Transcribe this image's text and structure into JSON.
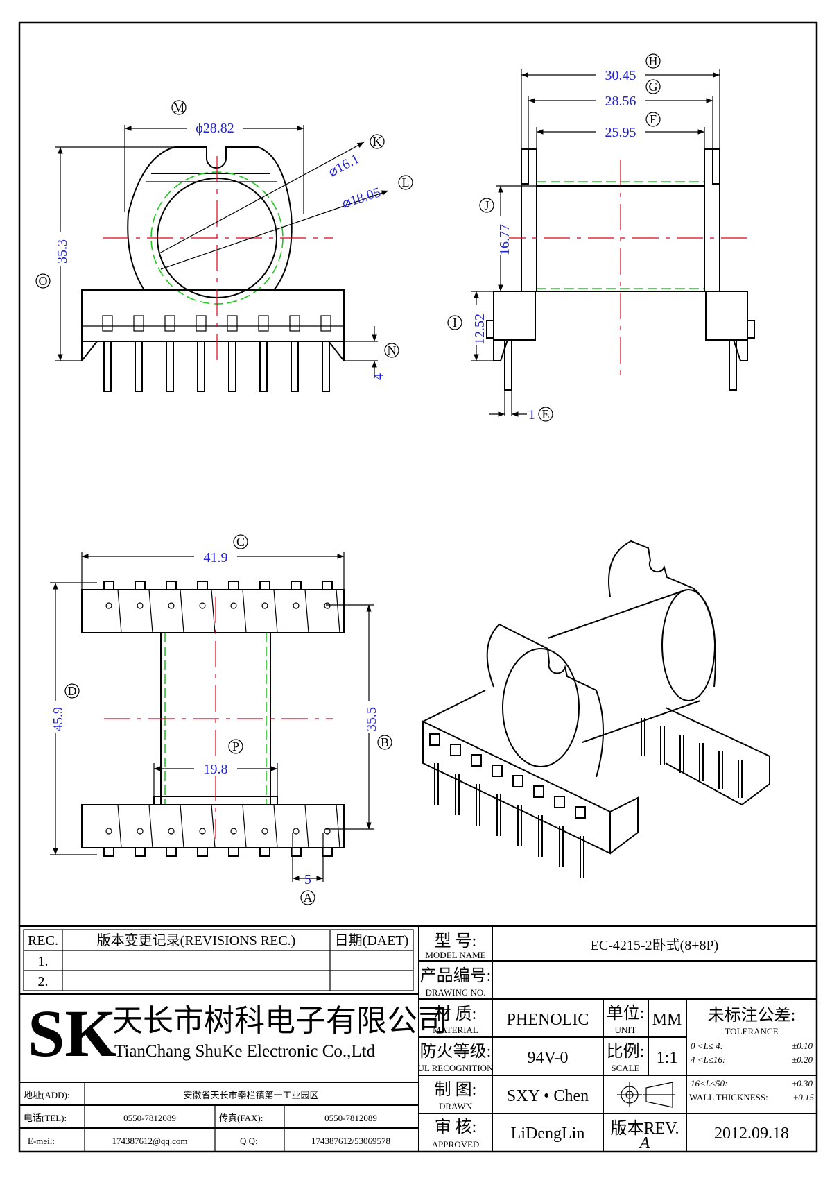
{
  "drawing": {
    "front_view": {
      "dims": {
        "M_dia": "ϕ28.82",
        "K_dia": "⌀16.1",
        "L_dia": "⌀18.05",
        "O_height": "35.3",
        "N_pin": "4"
      },
      "letters": {
        "M": "M",
        "K": "K",
        "L": "L",
        "O": "O",
        "N": "N"
      }
    },
    "side_view": {
      "dims": {
        "H": "30.45",
        "G": "28.56",
        "F": "25.95",
        "J": "16.77",
        "I": "12.52",
        "E": "1"
      },
      "letters": {
        "H": "H",
        "G": "G",
        "F": "F",
        "J": "J",
        "I": "I",
        "E": "E"
      }
    },
    "bottom_view": {
      "dims": {
        "C": "41.9",
        "D": "45.9",
        "B": "35.5",
        "P": "19.8",
        "A": "5"
      },
      "letters": {
        "C": "C",
        "D": "D",
        "B": "B",
        "P": "P",
        "A": "A"
      }
    }
  },
  "title_block": {
    "revisions": {
      "col_rec": "REC.",
      "col_desc": "版本变更记录(REVISIONS REC.)",
      "col_date": "日期(DAET)",
      "rows": [
        "1.",
        "2."
      ]
    },
    "company": {
      "logo": "SK",
      "name_cn": "天长市树科电子有限公司",
      "name_en": "TianChang ShuKe Electronic Co.,Ltd"
    },
    "contact": {
      "addr_label": "地址(ADD):",
      "addr": "安徽省天长市秦栏镇第一工业园区",
      "tel_label": "电话(TEL):",
      "tel": "0550-7812089",
      "fax_label": "传真(FAX):",
      "fax": "0550-7812089",
      "email_label": "E-meil:",
      "email": "174387612@qq.com",
      "qq_label": "Q Q:",
      "qq": "174387612/53069578"
    },
    "model_label_cn": "型  号:",
    "model_label_en": "MODEL NAME",
    "model": "EC-4215-2卧式(8+8P)",
    "drawing_no_label_cn": "产品编号:",
    "drawing_no_label_en": "DRAWING NO.",
    "material_label_cn": "材  质:",
    "material_label_en": "MATERIAL",
    "material": "PHENOLIC",
    "unit_label_cn": "单位:",
    "unit_label_en": "UNIT",
    "unit": "MM",
    "ul_label_cn": "防火等级:",
    "ul_label_en": "UL RECOGNITION",
    "ul": "94V-0",
    "scale_label_cn": "比例:",
    "scale_label_en": "SCALE",
    "scale": "1:1",
    "drawn_label_cn": "制  图:",
    "drawn_label_en": "DRAWN",
    "drawn": "SXY • Chen",
    "approved_label_cn": "审  核:",
    "approved_label_en": "APPROVED",
    "approved": "LiDengLin",
    "rev_label": "版本REV.",
    "rev": "A",
    "date": "2012.09.18",
    "tolerance": {
      "title_cn": "未标注公差:",
      "title_en": "TOLERANCE",
      "rows": [
        {
          "range": "0 <L≤ 4:",
          "value": "±0.10"
        },
        {
          "range": "4 <L≤16:",
          "value": "±0.20"
        },
        {
          "range": "16<L≤50:",
          "value": "±0.30"
        }
      ],
      "wall_label": "WALL THICKNESS:",
      "wall_value": "±0.15"
    }
  }
}
